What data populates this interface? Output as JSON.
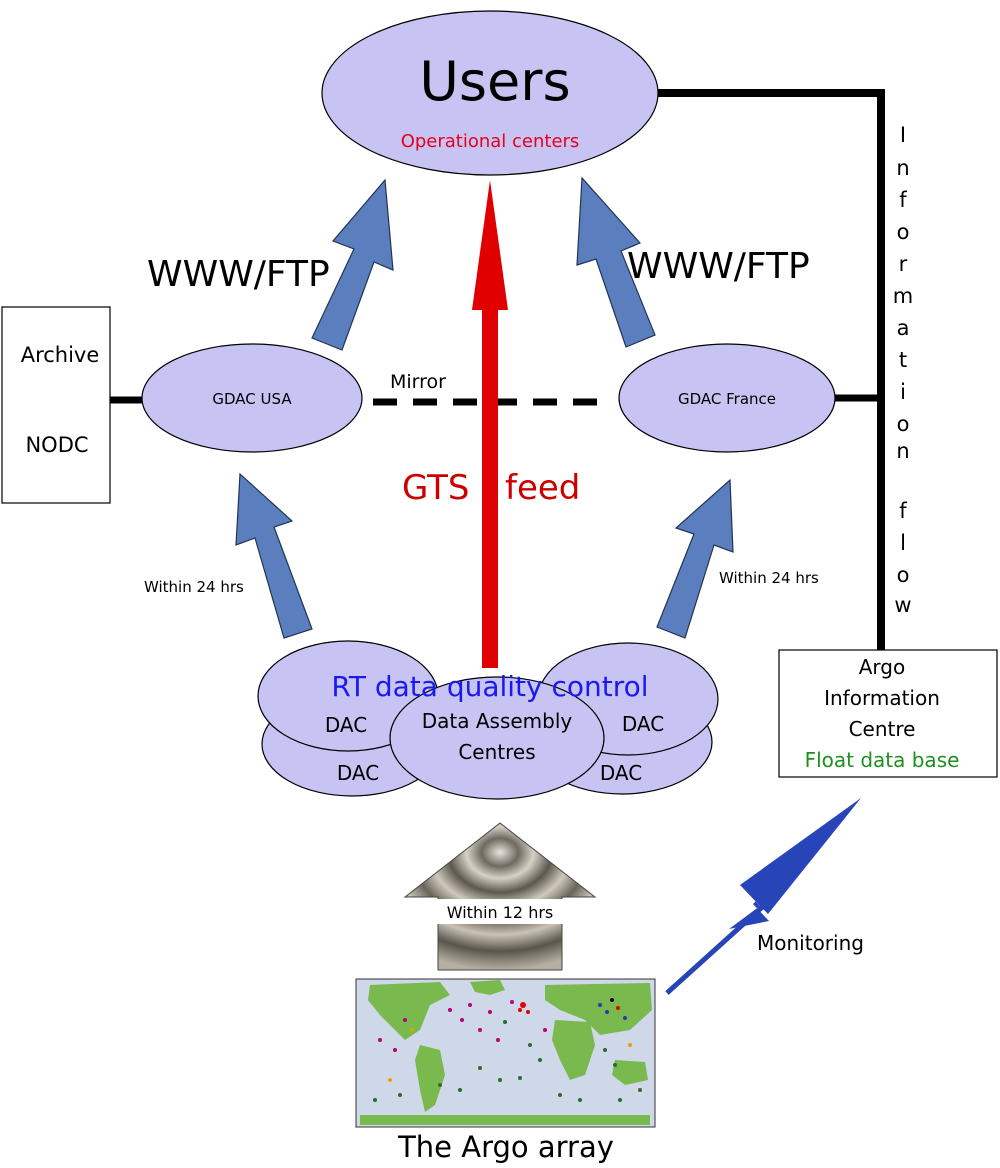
{
  "users": {
    "title": "Users",
    "subtitle": "Operational centers"
  },
  "gdac_usa": {
    "label": "GDAC USA"
  },
  "gdac_france": {
    "label": "GDAC France"
  },
  "mirror": {
    "label": "Mirror"
  },
  "www_ftp_left": {
    "label": "WWW/FTP"
  },
  "www_ftp_right": {
    "label": "WWW/FTP"
  },
  "gts_feed": {
    "word1": "GTS",
    "word2": "feed"
  },
  "archive": {
    "line1": "Archive",
    "line2": "NODC"
  },
  "info_flow": {
    "letters": [
      "I",
      "n",
      "f",
      "o",
      "r",
      "m",
      "a",
      "t",
      "i",
      "o",
      "n",
      "f",
      "l",
      "o",
      "w"
    ]
  },
  "within_24_left": {
    "label": "Within 24 hrs"
  },
  "within_24_right": {
    "label": "Within 24 hrs"
  },
  "dac": {
    "rt_qc": "RT data quality control",
    "centre_line1": "Data Assembly",
    "centre_line2": "Centres",
    "dac_label": "DAC"
  },
  "aic": {
    "line1": "Argo",
    "line2": "Information",
    "line3": "Centre",
    "line4": "Float data base"
  },
  "within_12": {
    "label": "Within 12 hrs"
  },
  "monitoring": {
    "label": "Monitoring"
  },
  "argo_array": {
    "label": "The Argo array"
  },
  "colors": {
    "ellipse_fill": "#c7c3f2",
    "blue_arrow": "#5b7fbe",
    "red_arrow": "#e00000",
    "gts_text": "#cc0000",
    "operational_text": "#e8001c",
    "rt_qc_text": "#1a1af0",
    "float_db_text": "#1f8f1f",
    "monitoring_arrow": "#2745b8"
  }
}
